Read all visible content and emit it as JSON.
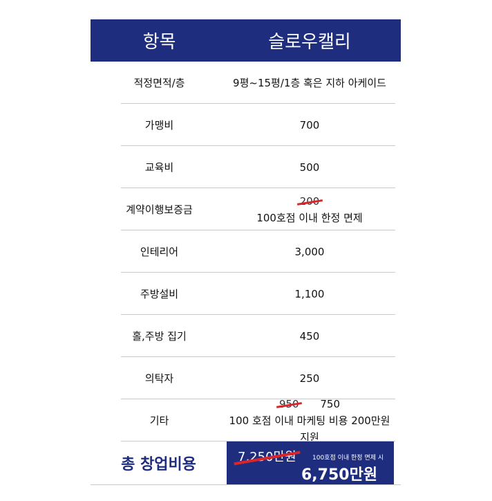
{
  "header": {
    "col1": "항목",
    "col2": "슬로우캘리"
  },
  "rows": [
    {
      "label": "적정면적/층",
      "value": "9평~15평/1층 혹은 지하 아케이드"
    },
    {
      "label": "가맹비",
      "value": "700"
    },
    {
      "label": "교육비",
      "value": "500"
    },
    {
      "label": "계약이행보증금",
      "value_struck": "200",
      "note": "100호점 이내 한정 면제"
    },
    {
      "label": "인테리어",
      "value": "3,000"
    },
    {
      "label": "주방설비",
      "value": "1,100"
    },
    {
      "label": "홀,주방 집기",
      "value": "450"
    },
    {
      "label": "의탁자",
      "value": "250"
    },
    {
      "label": "기타",
      "value_struck": "950",
      "value_new": "750",
      "note": "100 호점 이내 마케팅 비용 200만원 지원"
    }
  ],
  "total": {
    "label": "총 창업비용",
    "old_value": "7,250만원",
    "note": "100호점 이내 한정 면제 시",
    "new_value": "6,750만원"
  },
  "colors": {
    "navy": "#1f2d7f",
    "strike_red": "#d8262b"
  }
}
